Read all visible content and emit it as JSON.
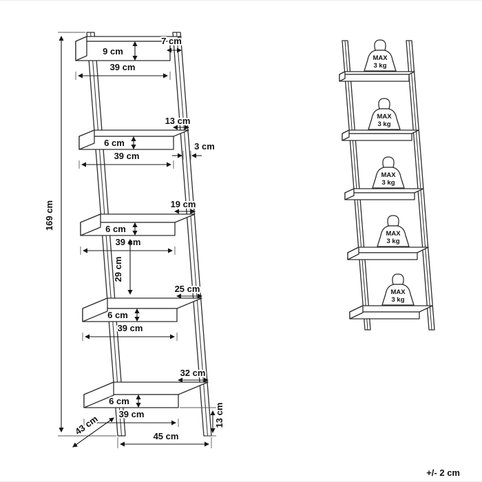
{
  "figure": {
    "tolerance_note": "+/- 2 cm"
  },
  "dimension_view": {
    "overall_height": "169 cm",
    "base_width": "45 cm",
    "base_depth": "43 cm",
    "rail_thickness": "3 cm",
    "shelf_gap": "29 cm",
    "bottom_clearance": "13 cm",
    "shelves": [
      {
        "front_height": "9 cm",
        "depth": "7 cm",
        "width": "39 cm"
      },
      {
        "front_height": "6 cm",
        "depth": "13 cm",
        "width": "39 cm"
      },
      {
        "front_height": "6 cm",
        "depth": "19 cm",
        "width": "39 cm"
      },
      {
        "front_height": "6 cm",
        "depth": "25 cm",
        "width": "39 cm"
      },
      {
        "front_height": "6 cm",
        "depth": "32 cm",
        "width": "39 cm"
      }
    ]
  },
  "load_view": {
    "max_label": "MAX",
    "weight_value": "3 kg"
  }
}
